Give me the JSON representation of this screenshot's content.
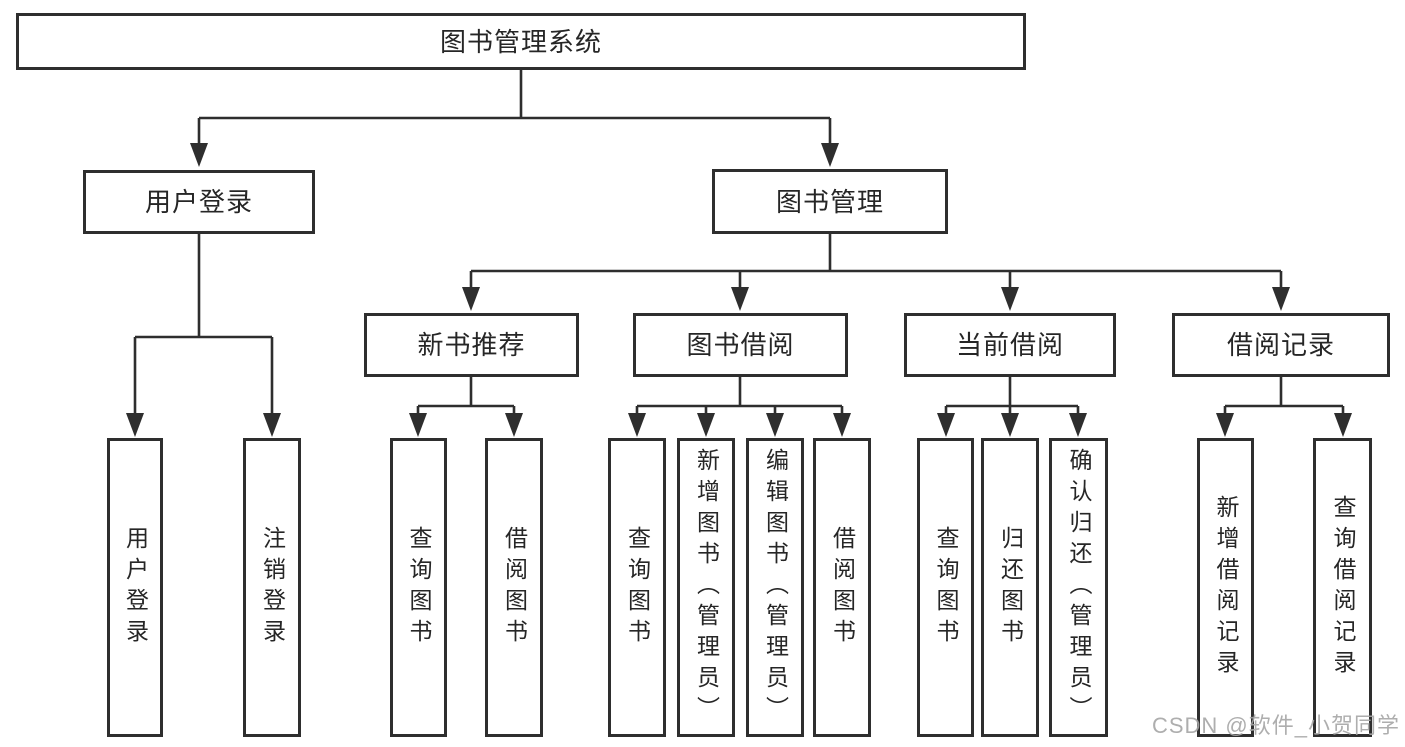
{
  "colors": {
    "line": "#2e2e2e",
    "text": "#262626",
    "watermark": "#a6a6a6",
    "background": "#ffffff"
  },
  "tree": {
    "root": {
      "label": "图书管理系统",
      "children": [
        {
          "label": "用户登录",
          "children": [
            {
              "label": "用户登录"
            },
            {
              "label": "注销登录"
            }
          ]
        },
        {
          "label": "图书管理",
          "children": [
            {
              "label": "新书推荐",
              "children": [
                {
                  "label": "查询图书"
                },
                {
                  "label": "借阅图书"
                }
              ]
            },
            {
              "label": "图书借阅",
              "children": [
                {
                  "label": "查询图书"
                },
                {
                  "label": "新增图书（管理员）"
                },
                {
                  "label": "编辑图书（管理员）"
                },
                {
                  "label": "借阅图书"
                }
              ]
            },
            {
              "label": "当前借阅",
              "children": [
                {
                  "label": "查询图书"
                },
                {
                  "label": "归还图书"
                },
                {
                  "label": "确认归还（管理员）"
                }
              ]
            },
            {
              "label": "借阅记录",
              "children": [
                {
                  "label": "新增借阅记录"
                },
                {
                  "label": "查询借阅记录"
                }
              ]
            }
          ]
        }
      ]
    }
  },
  "watermark": {
    "text": "CSDN @软件_小贺同学"
  }
}
